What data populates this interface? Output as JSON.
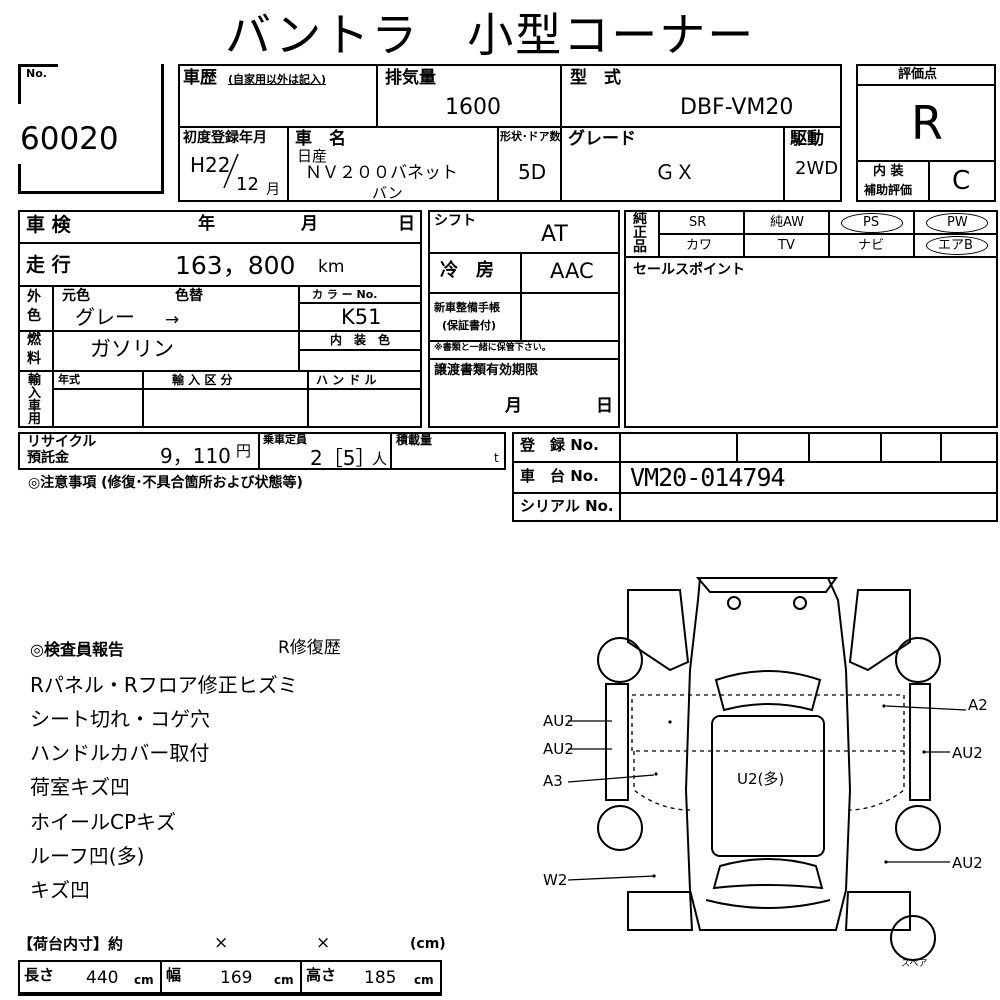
{
  "title": "バントラ　小型コーナー",
  "sheet_no": {
    "label": "No.",
    "value": "60020"
  },
  "history": {
    "label": "車歴",
    "sub": "(自家用以外は記入)"
  },
  "displacement": {
    "label": "排気量",
    "value": "1600"
  },
  "model_code": {
    "label": "型　式",
    "value": "DBF-VM20"
  },
  "rating": {
    "label": "評価点",
    "value": "R",
    "interior_label1": "内 装",
    "interior_label2": "補助評価",
    "interior_value": "C"
  },
  "first_reg": {
    "label": "初度登録年月",
    "era_year": "H22",
    "month": "12",
    "month_unit": "月"
  },
  "car_name": {
    "label": "車　名",
    "maker": "日産",
    "name_line1": "ＮＶ２００バネット",
    "name_line2": "バン"
  },
  "doors": {
    "label": "形状･ドア数",
    "value": "5D"
  },
  "grade": {
    "label": "グレード",
    "value": "ＧＸ"
  },
  "drive": {
    "label": "駆動",
    "value": "2WD"
  },
  "shaken": {
    "label": "車 検",
    "year": "年",
    "month": "月",
    "day": "日"
  },
  "shift": {
    "label": "シフト",
    "value": "AT"
  },
  "options": {
    "label": "純正品",
    "row1": [
      "SR",
      "純AW",
      "PS",
      "PW"
    ],
    "row2": [
      "カワ",
      "TV",
      "ナビ",
      "エアB"
    ]
  },
  "mileage": {
    "label": "走 行",
    "value": "163，800",
    "unit": "km"
  },
  "aircon": {
    "label": "冷　房",
    "value": "AAC"
  },
  "sales_point": {
    "label": "セールスポイント"
  },
  "color": {
    "label1": "外",
    "label2": "色",
    "orig_label": "元色",
    "change_label": "色替",
    "orig_value": "グレー",
    "arrow": "→",
    "code_label": "カ ラ ー No.",
    "code_value": "K51"
  },
  "maint_book": {
    "label1": "新車整備手帳",
    "label2": "(保証書付)",
    "note": "※書類と一緒に保管下さい。"
  },
  "fuel": {
    "label1": "燃",
    "label2": "料",
    "value": "ガソリン",
    "interior_color_label": "内　装　色"
  },
  "transfer_doc": {
    "label": "譲渡書類有効期限",
    "month": "月",
    "day": "日"
  },
  "import": {
    "label": "輸入車用",
    "year_label": "年式",
    "category_label": "輸 入 区 分",
    "handle_label": "ハ ン ド ル"
  },
  "recycle": {
    "label1": "リサイクル",
    "label2": "預託金",
    "value": "9，110",
    "unit": "円"
  },
  "capacity": {
    "label": "乗車定員",
    "value": "2［5］",
    "unit": "人"
  },
  "load": {
    "label": "積載量",
    "unit": "t"
  },
  "registration": {
    "label": "登　録 No.",
    "value": ""
  },
  "chassis": {
    "label": "車　台 No.",
    "value": "VM20-014794"
  },
  "serial": {
    "label": "シリアル No.",
    "value": ""
  },
  "notes_header": "◎注意事項 (修復･不具合箇所および状態等)",
  "inspector": {
    "header": "◎検査員報告",
    "repair": "R修復歴",
    "lines": [
      "Rパネル・Rフロア修正ヒズミ",
      "シート切れ・コゲ穴",
      "ハンドルカバー取付",
      "荷室キズ凹",
      "ホイールCPキズ",
      "ルーフ凹(多)",
      "キズ凹"
    ]
  },
  "cargo": {
    "header": "【荷台内寸】約",
    "x1": "×",
    "x2": "×",
    "unit": "(cm)",
    "length_label": "長さ",
    "length": "440",
    "width_label": "幅",
    "width": "169",
    "height_label": "高さ",
    "height": "185",
    "cm": "cm"
  },
  "diagram": {
    "marks": [
      "AU2",
      "AU2",
      "A3",
      "W2",
      "A2",
      "AU2",
      "AU2",
      "U2(多)"
    ],
    "spare": "スペア"
  }
}
